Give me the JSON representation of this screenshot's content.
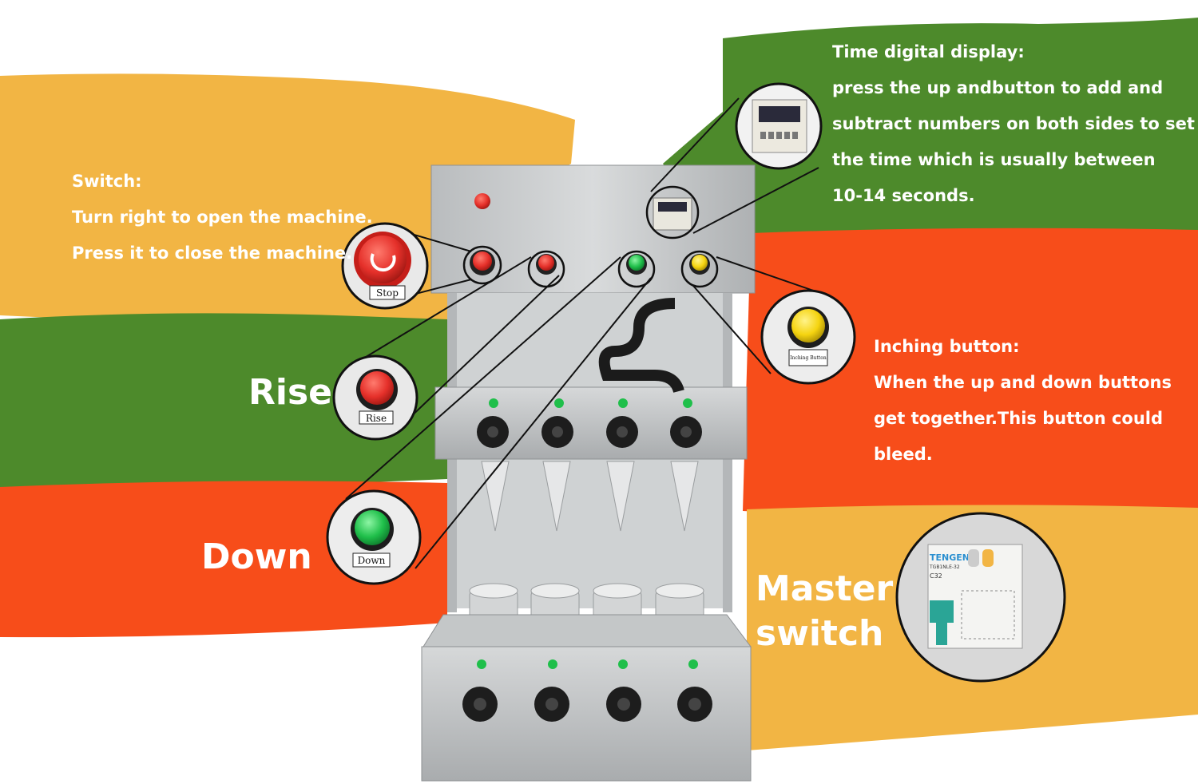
{
  "colors": {
    "orange_yellow": "#f2b544",
    "green": "#4d8a2b",
    "red_orange": "#f74d1a",
    "steel": "#c9cbcc",
    "steel_dark": "#9ea1a3",
    "button_red": "#e5302a",
    "button_green": "#1fbf4a",
    "button_yellow": "#f5d410",
    "breaker_teal": "#2aa596"
  },
  "annotations": {
    "switch": {
      "title": "Switch:",
      "lines": [
        "Turn right to open the machine.",
        "Press it to close the machine."
      ]
    },
    "time_display": {
      "title": "Time digital display:",
      "lines": [
        "press the up andbutton to add and",
        "subtract numbers on both sides to set",
        "the time which is usually between",
        "10-14 seconds."
      ]
    },
    "inching": {
      "title": "Inching button:",
      "lines": [
        "When the up and down buttons",
        "get together.This button could",
        "bleed."
      ]
    },
    "rise_label": "Rise",
    "down_label": "Down",
    "master_switch_lines": [
      "Master",
      "switch"
    ]
  },
  "button_labels": {
    "stop": "Stop",
    "rise": "Rise",
    "down": "Down",
    "inching": "Inching Button"
  },
  "breaker": {
    "brand": "TENGEN",
    "model": "TGB1NLE-32",
    "rating": "C32"
  },
  "icons": [
    "emergency-stop-icon",
    "red-button-icon",
    "green-button-icon",
    "yellow-button-icon",
    "timer-display-icon",
    "circuit-breaker-icon"
  ]
}
